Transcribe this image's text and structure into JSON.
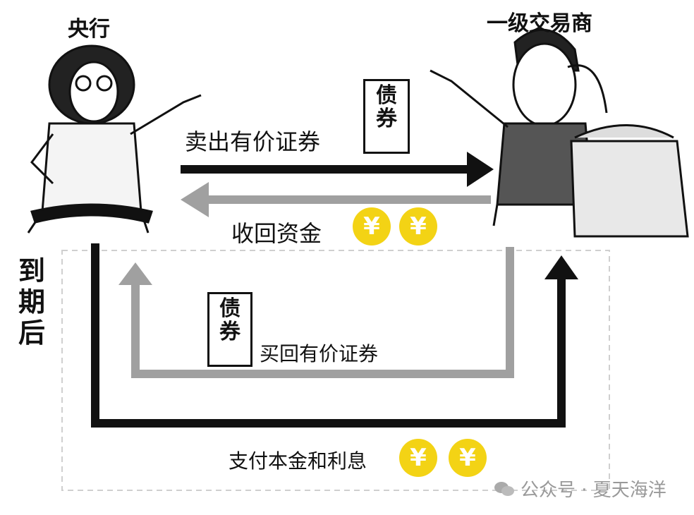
{
  "parties": {
    "central_bank": "央行",
    "dealer": "一级交易商"
  },
  "side_label": "到期后",
  "flows": {
    "sell_securities": "卖出有价证券",
    "recover_funds": "收回资金",
    "buy_back_securities": "买回有价证券",
    "pay_principal_interest": "支付本金和利息"
  },
  "bond_tag": "债券",
  "coin_symbol": "¥",
  "watermark": "公众号 · 夏天海洋",
  "colors": {
    "dark_arrow": "#111111",
    "gray_arrow": "#a0a0a0",
    "coin": "#f3d315",
    "frame": "#cccccc"
  }
}
